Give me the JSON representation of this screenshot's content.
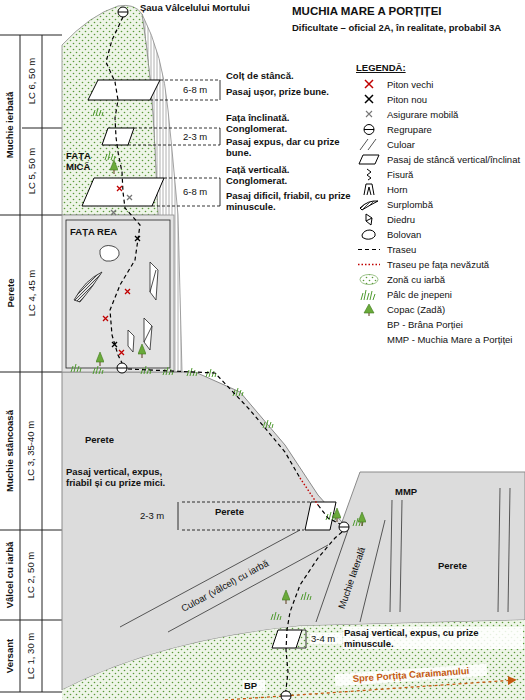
{
  "diagram": {
    "title": "MUCHIA MARE A PORȚIȚEI",
    "labels": [
      "Dificultate – oficial 2A, în realitate, probabil 3A",
      "Șaua Vâlcelului Mortului",
      "Muchie ierbată",
      "LC 6, 50 m",
      "6-8 m",
      "Colț de stâncă.",
      "Pasaj ușor, prize bune.",
      "LEGENDĂ:",
      "2-3 m",
      "Fața înclinată. Conglomerat.",
      "Pasaj expus, dar cu prize bune.",
      "LC 5, 50 m",
      "FAȚA MICĂ",
      "6-8 m",
      "Față verticală. Conglomerat.",
      "Pasaj dificil, friabil, cu prize minuscule.",
      "Perete",
      "LC 4, 45 m",
      "FAȚA REA",
      "Muchie stâncoasă",
      "LC 3, 35-40 m",
      "Perete",
      "Pasaj vertical, expus, friabil și cu prize mici.",
      "2-3 m",
      "MMP",
      "Perete",
      "Perete",
      "Vâlcel cu iarbă",
      "LC 2, 50 m",
      "Culoar (vâlcel) cu iarbă",
      "Muchie laterală",
      "Versant",
      "LC 1, 30 m",
      "3-4 m",
      "Pasaj vertical, expus, cu prize minuscule.",
      "BP",
      "Spre Porțița Caraimanului"
    ],
    "legend": [
      {
        "text": "Piton vechi"
      },
      {
        "text": "Piton nou"
      },
      {
        "text": "Asigurare mobilă"
      },
      {
        "text": "Regrupare"
      },
      {
        "text": "Culoar"
      },
      {
        "text": "Pasaj de stâncă vertical/înclinat"
      },
      {
        "text": "Fisură"
      },
      {
        "text": "Horn"
      },
      {
        "text": "Surplombă"
      },
      {
        "text": "Diedru"
      },
      {
        "text": "Bolovan"
      },
      {
        "text": "Traseu"
      },
      {
        "text": "Traseu pe fața nevăzută"
      },
      {
        "text": "Zonă cu iarbă"
      },
      {
        "text": "Pâlc de jnepeni"
      },
      {
        "text": "Copac (Zadă)"
      },
      {
        "text": "BP - Brâna Porției"
      },
      {
        "text": "MMP - Muchia Mare a Porțiței"
      }
    ]
  }
}
